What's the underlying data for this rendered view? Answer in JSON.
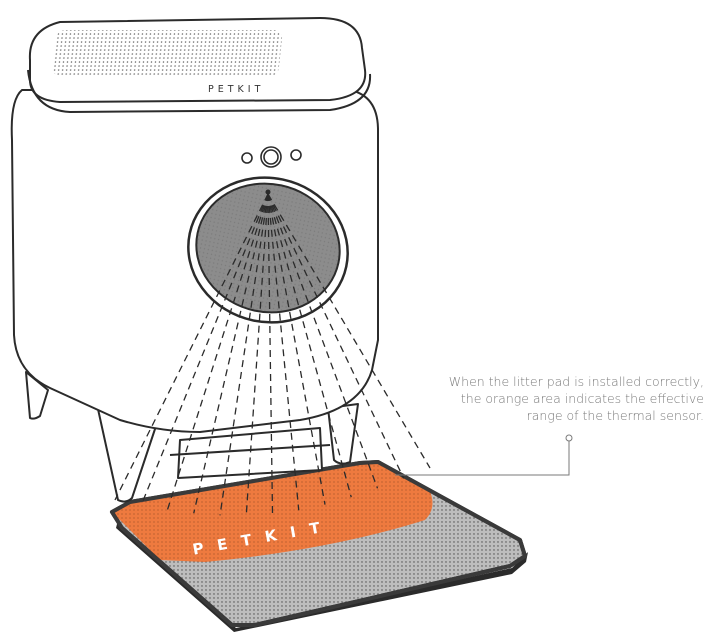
{
  "product": {
    "brand_top": "PETKIT",
    "brand_pad": "PETKIT"
  },
  "callout": {
    "lines": [
      "When the litter pad is installed correctly,",
      "the orange area indicates the effective",
      "range of the thermal sensor."
    ]
  },
  "colors": {
    "sensor_zone": "#ee7a3f",
    "pad": "#bdbdbd",
    "pad_border": "#3a3a3a",
    "outline": "#2b2b2b",
    "window": "#8c8c8c",
    "caption": "#7a7a7a"
  },
  "icons": [
    "speaker-grille-icon",
    "power-button-icon",
    "indicator-light-icon",
    "thermal-sensor-icon"
  ]
}
